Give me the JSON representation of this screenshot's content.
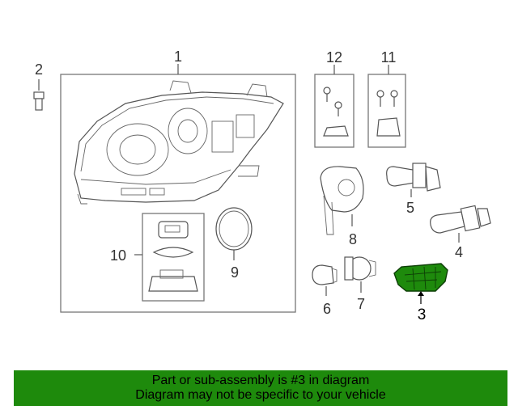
{
  "callouts": {
    "c1": "1",
    "c2": "2",
    "c3": "3",
    "c4": "4",
    "c5": "5",
    "c6": "6",
    "c7": "7",
    "c8": "8",
    "c9": "9",
    "c10": "10",
    "c11": "11",
    "c12": "12"
  },
  "highlight_color": "#1e8a0c",
  "banner": {
    "line1": "Part or sub-assembly is #3 in diagram",
    "line2": "Diagram may not be specific to your vehicle"
  }
}
